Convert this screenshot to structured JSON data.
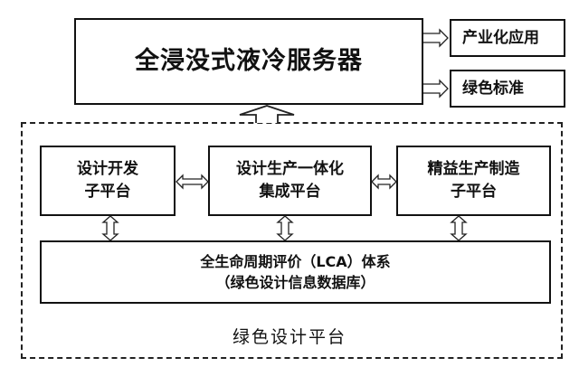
{
  "main_box": {
    "label": "全浸没式液冷服务器"
  },
  "outputs": [
    {
      "label": "产业化应用"
    },
    {
      "label": "绿色标准"
    }
  ],
  "platform": {
    "label": "绿色设计平台",
    "sub_platforms": [
      {
        "lines": [
          "设计开发",
          "子平台"
        ]
      },
      {
        "lines": [
          "设计生产一体化",
          "集成平台"
        ]
      },
      {
        "lines": [
          "精益生产制造",
          "子平台"
        ]
      }
    ],
    "lca": {
      "lines": [
        "全生命周期评价（LCA）体系",
        "（绿色设计信息数据库）"
      ]
    }
  }
}
